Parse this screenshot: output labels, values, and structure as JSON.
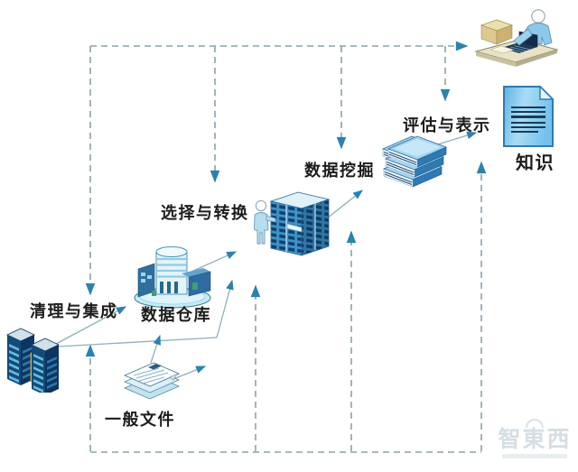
{
  "diagram": {
    "labels": {
      "cleaning_integration": "清理与集成",
      "data_warehouse": "数据仓库",
      "flat_files": "一般文件",
      "selection_transformation": "选择与转换",
      "data_mining": "数据挖掘",
      "evaluation_presentation": "评估与表示",
      "knowledge": "知识"
    },
    "icons": {
      "databases": "database-servers-icon",
      "data_warehouse": "warehouse-building-icon",
      "flat_files": "paper-stack-icon",
      "mining_platform": "person-with-server-icon",
      "patterns": "books-stack-icon",
      "knowledge": "document-icon",
      "analyst": "person-at-desk-icon"
    },
    "watermark": {
      "text": "智東西"
    },
    "colors": {
      "background": "#ffffff",
      "label_text": "#1c1c1c",
      "dashed_line": "#8aa2ac",
      "solid_line": "#8fb0bc",
      "arrowhead": "#2b82b0",
      "icon_navy": "#154a78",
      "icon_blue": "#3e92c6",
      "icon_light_blue": "#bfe6f6",
      "accent_yellow": "#e9c564",
      "accent_green": "#3fa06b",
      "desk_tan": "#e9e3c6"
    }
  }
}
